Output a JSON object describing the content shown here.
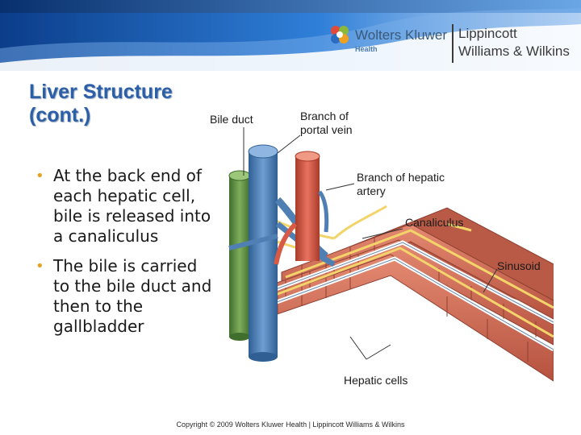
{
  "header": {
    "publisher": "Wolters Kluwer",
    "division": "Health",
    "imprint_line1": "Lippincott",
    "imprint_line2": "Williams & Wilkins",
    "colors": {
      "band_top": "#0a3f8c",
      "band_mid": "#2e7bd6",
      "band_light": "#cfe2f7"
    }
  },
  "slide": {
    "title_line1": "Liver Structure",
    "title_line2": "(cont.)",
    "bullets": [
      "At the back end of each hepatic cell, bile is released into a canaliculus",
      "The bile is carried to the bile duct and then to the gallbladder"
    ]
  },
  "figure": {
    "labels": {
      "bile_duct": "Bile duct",
      "portal_vein": "Branch of portal vein",
      "hepatic_artery": "Branch of hepatic artery",
      "canaliculus": "Canaliculus",
      "sinusoid": "Sinusoid",
      "hepatic_cells": "Hepatic cells"
    },
    "colors": {
      "bile_duct": "#5f8f45",
      "portal_vein": "#4f7fb3",
      "hepatic_artery": "#d65a45",
      "cells": "#c9634e",
      "bile": "#f3d46a"
    }
  },
  "footer": {
    "copyright": "Copyright © 2009 Wolters Kluwer Health | Lippincott Williams & Wilkins"
  }
}
